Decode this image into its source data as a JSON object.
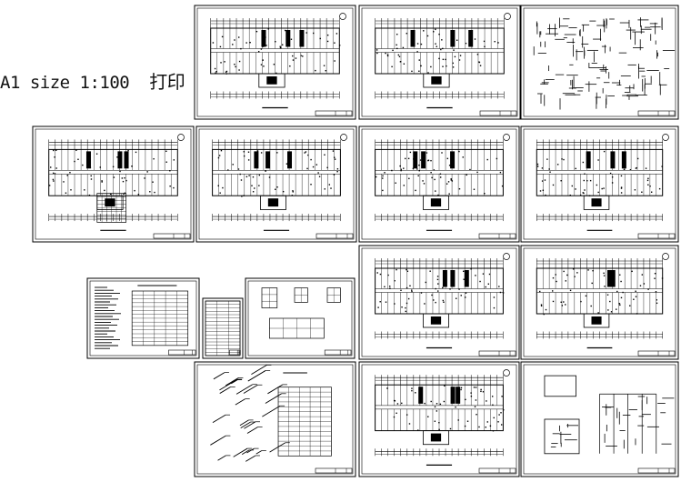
{
  "print_label": {
    "text": "A1 size 1:100",
    "cn": "打印"
  },
  "sheets": [
    {
      "id": "1-1",
      "kind": "floorplan",
      "num": "1"
    },
    {
      "id": "1-2",
      "kind": "floorplan",
      "num": "2"
    },
    {
      "id": "1-3",
      "kind": "riser",
      "num": ""
    },
    {
      "id": "2-1",
      "kind": "floorplan-tables",
      "num": "1"
    },
    {
      "id": "2-2",
      "kind": "floorplan",
      "num": "2"
    },
    {
      "id": "2-3",
      "kind": "floorplan",
      "num": "3"
    },
    {
      "id": "2-4",
      "kind": "floorplan",
      "num": "4"
    },
    {
      "id": "3-1",
      "kind": "notes",
      "num": ""
    },
    {
      "id": "3-2",
      "kind": "table-strip",
      "num": ""
    },
    {
      "id": "3-3",
      "kind": "details",
      "num": ""
    },
    {
      "id": "3-4",
      "kind": "floorplan",
      "num": "5"
    },
    {
      "id": "3-5",
      "kind": "floorplan",
      "num": "6"
    },
    {
      "id": "4-1",
      "kind": "isometric",
      "num": ""
    },
    {
      "id": "4-2",
      "kind": "floorplan",
      "num": "7"
    },
    {
      "id": "4-3",
      "kind": "detail-riser",
      "num": ""
    }
  ]
}
